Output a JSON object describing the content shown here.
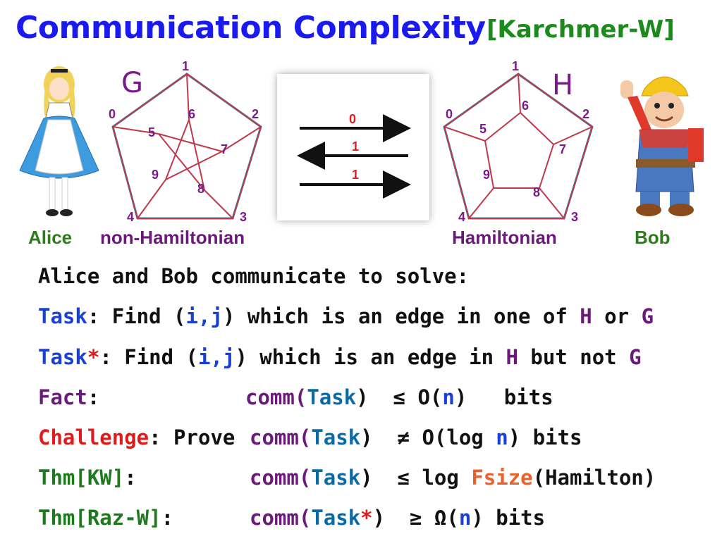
{
  "title": {
    "main": "Communication Complexity",
    "ref": "[Karchmer-W]"
  },
  "graph_g": {
    "letter": "G",
    "vertex_labels": [
      "0",
      "1",
      "2",
      "3",
      "4",
      "5",
      "6",
      "7",
      "8",
      "9"
    ],
    "caption": "non-Hamiltonian"
  },
  "graph_h": {
    "letter": "H",
    "vertex_labels": [
      "0",
      "1",
      "2",
      "3",
      "4",
      "5",
      "6",
      "7",
      "8",
      "9"
    ],
    "caption": "Hamiltonian"
  },
  "protocol": {
    "bits": [
      "0",
      "1",
      "1"
    ]
  },
  "people": {
    "alice": "Alice",
    "bob": "Bob"
  },
  "text": {
    "intro": "Alice and Bob communicate to solve:",
    "task": {
      "label": "Task",
      "rest1": ": Find (",
      "ij": "i,j",
      "rest2": ") which is an edge in one of ",
      "h": "H",
      "or": " or ",
      "g": "G"
    },
    "task_star": {
      "label": "Task",
      "star": "*",
      "rest1": ": Find (",
      "ij": "i,j",
      "rest2": ") which is an edge in ",
      "h": "H",
      "but": " but not ",
      "g": "G"
    },
    "fact": {
      "label": "Fact",
      "colon": ":",
      "comm": "comm(",
      "task": "Task",
      "close": ")",
      "rel": "≤ O(",
      "n": "n",
      "tail": ")   bits"
    },
    "challenge": {
      "label": "Challenge",
      "rest": ": Prove",
      "comm": "comm(",
      "task": "Task",
      "close": ")",
      "rel": "≠ O(log ",
      "n": "n",
      "tail": ") bits"
    },
    "thm_kw": {
      "label": "Thm[KW]",
      "colon": ":",
      "comm": "comm(",
      "task": "Task",
      "close": ")",
      "rel": "≤ log ",
      "fsize": "Fsize",
      "tail": "(Hamilton)"
    },
    "thm_razw": {
      "label": "Thm[Raz-W]",
      "colon": ":",
      "comm": "comm(",
      "task": "Task",
      "star": "*",
      "close": ")",
      "rel": "≥ Ω(",
      "n": "n",
      "tail": ") bits"
    }
  },
  "colors": {
    "title": "#1a1aee",
    "ref": "#1d8a1d",
    "edge": "#c0394b",
    "frame": "#1f8fb3",
    "bit": "#e01b1b"
  }
}
